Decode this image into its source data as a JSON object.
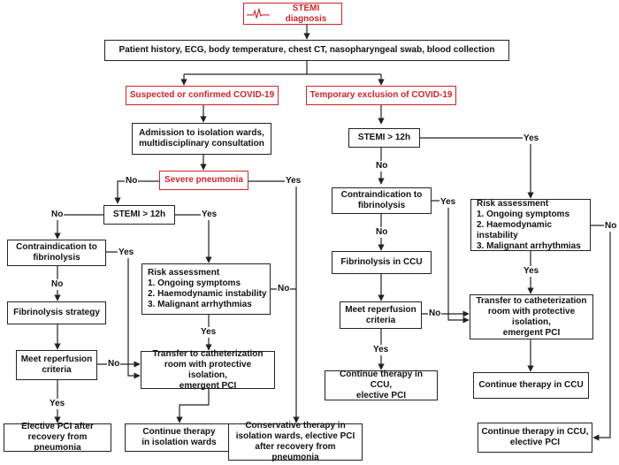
{
  "diagram": {
    "title": "STEMI diagnosis",
    "workup": "Patient history, ECG, body temperature, chest CT, nasopharyngeal swab, blood collection",
    "covid": {
      "branch_title": "Suspected or confirmed COVID-19",
      "admission": [
        "Admission to isolation wards,",
        "multidisciplinary consultation"
      ],
      "severe_pneumonia": "Severe pneumonia",
      "stemi_gt12": "STEMI > 12h",
      "contraindication": [
        "Contraindication to",
        "fibrinolysis"
      ],
      "fibrinolysis_strategy": "Fibrinolysis strategy",
      "meet_criteria": [
        "Meet reperfusion",
        "criteria"
      ],
      "elective_pci": [
        "Elective PCI after",
        "recovery from pneumonia"
      ],
      "risk": [
        "Risk assessment",
        "1. Ongoing symptoms",
        "2. Haemodynamic instability",
        "3. Malignant arrhythmias"
      ],
      "transfer": [
        "Transfer to catheterization",
        "room with protective isolation,",
        "emergent PCI"
      ],
      "continue_isolation": [
        "Continue therapy",
        "in isolation wards"
      ],
      "conservative": [
        "Conservative therapy in",
        "isolation wards, elective PCI",
        "after recovery from pneumonia"
      ]
    },
    "noncovid": {
      "branch_title": "Temporary exclusion of COVID-19",
      "stemi_gt12": "STEMI > 12h",
      "contraindication": [
        "Contraindication to",
        "fibrinolysis"
      ],
      "fibrinolysis_ccu": "Fibrinolysis in CCU",
      "meet_criteria": [
        "Meet reperfusion",
        "criteria"
      ],
      "continue_ccu_elective": [
        "Continue therapy in CCU,",
        "elective PCI"
      ],
      "risk": [
        "Risk assessment",
        "1. Ongoing symptoms",
        "2. Haemodynamic instability",
        "3. Malignant arrhythmias"
      ],
      "transfer": [
        "Transfer to catheterization",
        "room with protective isolation,",
        "emergent PCI"
      ],
      "continue_ccu": "Continue therapy in CCU",
      "continue_ccu_elective_2": [
        "Continue therapy in CCU,",
        "elective PCI"
      ]
    },
    "labels": {
      "yes": "Yes",
      "no": "No"
    },
    "colors": {
      "accent": "#d0232a",
      "line": "#222222"
    }
  }
}
